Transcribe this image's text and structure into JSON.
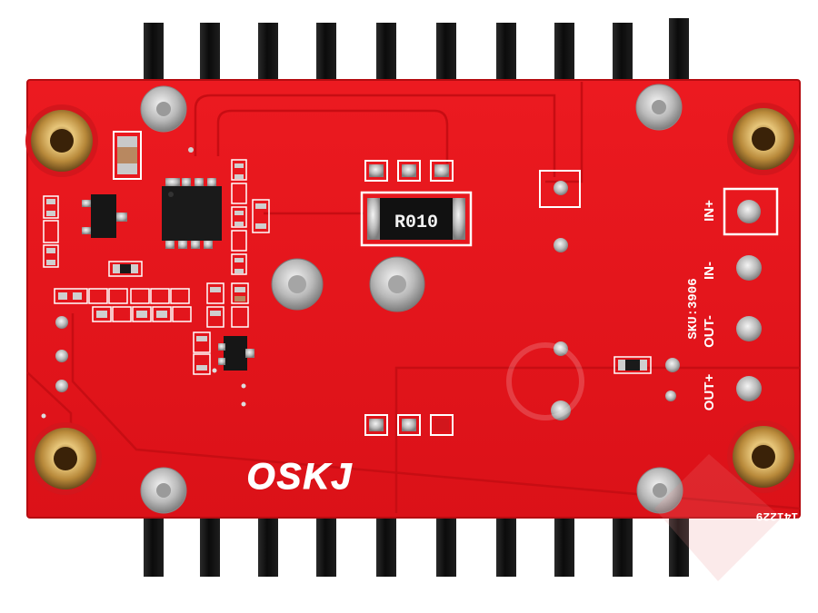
{
  "board": {
    "logo": "OSKJ",
    "resistor_code": "R010",
    "sku": "SKU:3906",
    "date_code": "141229",
    "pads": {
      "in_plus": "IN+",
      "in_minus": "IN-",
      "out_minus": "OUT-",
      "out_plus": "OUT+"
    }
  },
  "colors": {
    "pcb_red": "#e8141b",
    "pcb_edge": "#c30d12",
    "heatsink": "#0d0d0d",
    "silkscreen": "#ffffff",
    "copper_gold": "#c9a24a",
    "tin_silver": "#c7c7c7"
  }
}
